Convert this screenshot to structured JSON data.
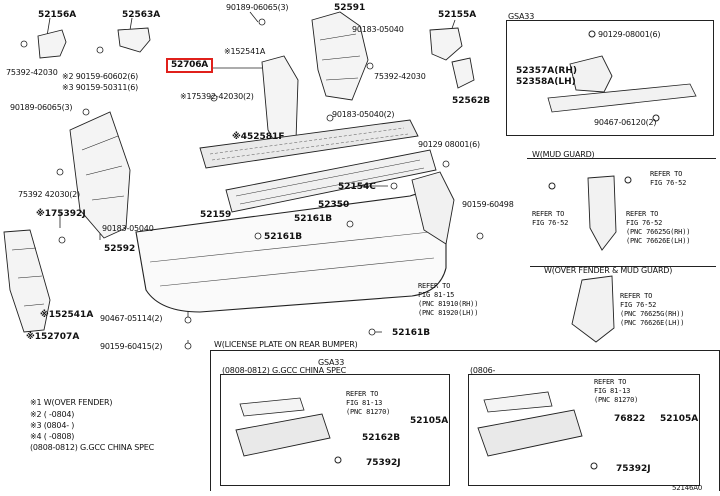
{
  "diagram_code": "52146A0",
  "highlight_part": "52706A",
  "labels": {
    "p52156A": "52156A",
    "p52563A": "52563A",
    "p90189_06065_top": "90189-06065(3)",
    "p52591": "52591",
    "p90183_05040_top": "90183-05040",
    "p52155A": "52155A",
    "p75392_42030_tl": "75392-42030",
    "p90159_60602": "※2 90159-60602(6)",
    "p90159_50311": "※3 90159-50311(6)",
    "p52541A_top": "※152541A",
    "p52706A": "52706A",
    "p75392_42030_mid": "※175392-42030(2)",
    "p75392_42030_tr": "75392-42030",
    "p52562B": "52562B",
    "p90189_06065_left": "90189-06065(3)",
    "p90183_05040_mid": "90183-05040(2)",
    "p52581F": "※452581F",
    "p90129_08001_mid": "90129 08001(6)",
    "p75392_42030_left": "75392 42030(2)",
    "p52154C": "52154C",
    "p52350": "52350",
    "p90159_60498": "90159-60498",
    "p175392J": "※175392J",
    "p52161B_a": "52161B",
    "p90183_05040_low": "90183-05040",
    "p52159": "52159",
    "p52161B_b": "52161B",
    "p52592": "52592",
    "p52541A_low": "※152541A",
    "p152707A": "※152707A",
    "p90467_05114": "90467-05114(2)",
    "p90159_60415": "90159-60415(2)",
    "p52161B_c": "52161B",
    "refer_81_15": "REFER TO\nFIG 81-15\n(PNC 81910(RH))\n(PNC 81920(LH))"
  },
  "gsa_panel": {
    "title": "GSA33",
    "p90129_08001": "90129-08001(6)",
    "p52357A": "52357A(RH)",
    "p52358A": "52358A(LH)",
    "p90467_06120": "90467-06120(2)"
  },
  "mud_guard_panel": {
    "title": "W(MUD GUARD)",
    "refer_a": "REFER TO\nFIG 76-52",
    "refer_b": "REFER TO\nFIG 76-52",
    "refer_c": "REFER TO\nFIG 76-52\n(PNC 76625G(RH))\n(PNC 76626E(LH))"
  },
  "fender_panel": {
    "title": "W(OVER FENDER & MUD GUARD)",
    "refer": "REFER TO\nFIG 76-52\n(PNC 76625G(RH))\n(PNC 76626E(LH))"
  },
  "license_panel": {
    "title": "W(LICENSE PLATE ON REAR BUMPER)",
    "sub_code": "GSA33",
    "left_title": "(0808-0812) G.GCC CHINA SPEC",
    "left_refer": "REFER TO\nFIG 81-13\n(PNC 81270)",
    "left_52105A": "52105A",
    "left_52162B": "52162B",
    "left_75392J": "75392J",
    "right_title": "(0806-",
    "right_refer": "REFER TO\nFIG 81-13\n(PNC 81270)",
    "right_76822": "76822",
    "right_52105A": "52105A",
    "right_75392J": "75392J"
  },
  "footnotes": [
    "※1 W(OVER FENDER)",
    "※2 (    -0804)",
    "※3 (0804-    )",
    "※4 (    -0808)",
    "(0808-0812) G.GCC CHINA SPEC"
  ]
}
